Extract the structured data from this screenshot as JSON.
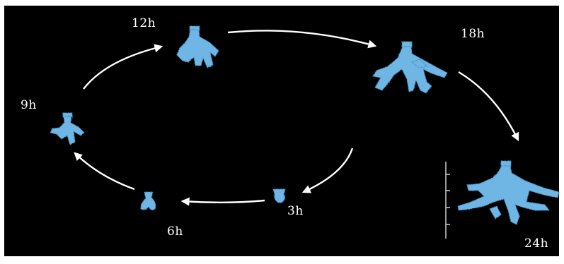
{
  "stages": [
    {
      "id": "3h",
      "label": "3h"
    },
    {
      "id": "6h",
      "label": "6h"
    },
    {
      "id": "9h",
      "label": "9h"
    },
    {
      "id": "12h",
      "label": "12h"
    },
    {
      "id": "18h",
      "label": "18h"
    },
    {
      "id": "24h",
      "label": "24h"
    }
  ],
  "colors": {
    "background": "#000000",
    "frame": "#ffffff",
    "arrow": "#ffffff",
    "tissue": "#6fb6e4",
    "tissue_dark": "#3f8fc4",
    "scale_bar": "#cfcfcf"
  }
}
